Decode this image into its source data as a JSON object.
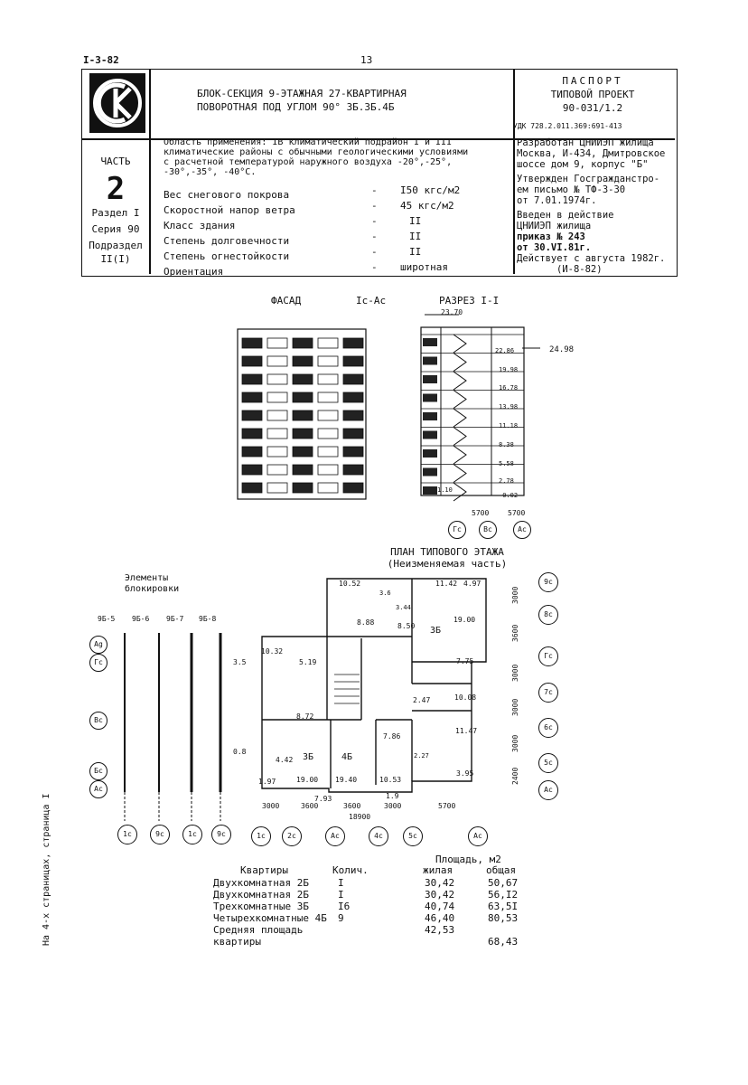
{
  "page": {
    "doc_code": "I-3-82",
    "page_number": "13"
  },
  "header": {
    "title_lines": [
      "БЛОК-СЕКЦИЯ 9-ЭТАЖНАЯ 27-КВАРТИРНАЯ",
      "ПОВОРОТНАЯ ПОД УГЛОМ 90° 3Б.3Б.4Б"
    ],
    "passport": [
      "ПАСПОРТ",
      "ТИПОВОЙ ПРОЕКТ",
      "90-031/1.2"
    ],
    "udk": "УДК 728.2.011.369:691-413"
  },
  "left_col": {
    "part_label": "ЧАСТЬ",
    "part_number": "2",
    "lines": [
      "Раздел I",
      "Серия 90",
      "Подраздел",
      "II(I)"
    ]
  },
  "spec": {
    "area_lines": [
      "Область применения: IВ климатический подрайон I и III",
      "климатические районы с обычными геологическими условиями",
      "с расчетной температурой наружного воздуха -20°,-25°,",
      "-30°,-35°, -40°С."
    ],
    "rows": [
      {
        "label": "Вес снегового покрова",
        "dash": "-",
        "value": "I50 кгс/м2"
      },
      {
        "label": "Скоростной напор ветра",
        "dash": "-",
        "value": "45 кгс/м2"
      },
      {
        "label": "Класс здания",
        "dash": "-",
        "value": "II"
      },
      {
        "label": "Степень долговечности",
        "dash": "-",
        "value": "II"
      },
      {
        "label": "Степень огнестойкости",
        "dash": "-",
        "value": "II"
      },
      {
        "label": "Ориентация",
        "dash": "-",
        "value": "широтная"
      }
    ]
  },
  "right_col": {
    "lines": [
      "Разработан ЦНИИЭП жилища",
      "Москва, И-434, Дмитровское",
      "шоссе дом 9, корпус \"Б\"",
      "Утвержден Госгражданстро-",
      "ем письмо № ТФ-3-30",
      "от 7.01.1974г.",
      "Введен в действие",
      "ЦНИИЭП жилища",
      "приказ № 243",
      "от 30.VI.81г.",
      "Действует с августа 1982г.",
      "(И-8-82)"
    ]
  },
  "drawings": {
    "facade_label": "ФАСАД",
    "axes_label": "Iс-Ас",
    "section_label": "РАЗРЕЗ I-I",
    "section_marks": [
      "23.70",
      "24.98",
      "22.86",
      "19.98",
      "16.78",
      "13.98",
      "11.18",
      "8.38",
      "5.58",
      "2.78",
      "-0.02",
      "1.10"
    ],
    "section_dims": [
      "5700",
      "5700"
    ],
    "section_axes": [
      "Гс",
      "Вс",
      "Ас"
    ],
    "plan_title": "ПЛАН ТИПОВОГО ЭТАЖА",
    "plan_subtitle": "(Неизменяемая часть)",
    "blocking_label": [
      "Элементы",
      "блокировки"
    ],
    "blocking_names": [
      "9Б-5",
      "9Б-6",
      "9Б-7",
      "9Б-8"
    ],
    "blocking_axes_left": [
      "Аg",
      "Гс",
      "Вс",
      "Бс",
      "Ас"
    ],
    "blocking_axes_bottom": [
      "1с",
      "9с",
      "1с",
      "9с"
    ],
    "plan_room_labels": [
      "10.52",
      "11.42",
      "4.97",
      "3.6",
      "3.44",
      "8.88",
      "8.50",
      "3Б",
      "19.00",
      "10.32",
      "5.19",
      "7.75",
      "2.47",
      "10.08",
      "8.72",
      "7.86",
      "11.47",
      "4.42",
      "3Б",
      "4Б",
      "2.27",
      "1.97",
      "19.00",
      "19.40",
      "10.53",
      "3.95",
      "7.93",
      "1.9",
      "3.5",
      "0.8"
    ],
    "plan_side_axes": [
      "9с",
      "8с",
      "Гс",
      "7с",
      "6с",
      "5с",
      "Ас"
    ],
    "plan_side_dims": [
      "3000",
      "3600",
      "3000",
      "3000",
      "3000",
      "2400"
    ],
    "plan_bottom_dims": [
      "3000",
      "3600",
      "3600",
      "3000",
      "5700"
    ],
    "plan_total_dim": "18900",
    "plan_bottom_axes": [
      "1с",
      "2с",
      "Ас",
      "4с",
      "5с",
      "Ас"
    ]
  },
  "apartments": {
    "headers": {
      "name": "Квартиры",
      "count": "Колич.",
      "area": "Площадь, м2",
      "living": "жилая",
      "total": "общая"
    },
    "rows": [
      {
        "name": "Двухкомнатная 2Б",
        "count": "I",
        "living": "30,42",
        "total": "50,67"
      },
      {
        "name": "Двухкомнатная 2Б",
        "count": "I",
        "living": "30,42",
        "total": "56,I2"
      },
      {
        "name": "Трехкомнатные 3Б",
        "count": "I6",
        "living": "40,74",
        "total": "63,5I"
      },
      {
        "name": "Четырехкомнатные 4Б",
        "count": "9",
        "living": "46,40",
        "total": "80,53"
      },
      {
        "name": "Средняя площадь",
        "count": "",
        "living": "42,53",
        "total": ""
      },
      {
        "name": "квартиры",
        "count": "",
        "living": "",
        "total": "68,43"
      }
    ]
  },
  "margin_note": "На 4-х страницах, страница I"
}
